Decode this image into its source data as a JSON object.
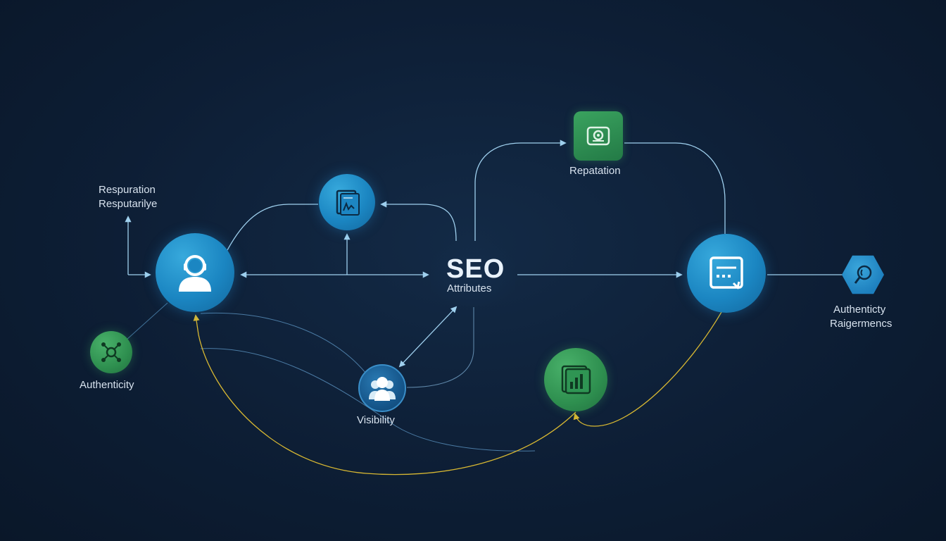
{
  "center": {
    "title": "SEO",
    "subtitle": "Attributes"
  },
  "labels": {
    "top_left_line1": "Respuration",
    "top_left_line2": "Resputarilye",
    "authenticity": "Authenticity",
    "visibility": "Visibility",
    "repatation": "Repatation",
    "right_line1": "Authenticty",
    "right_line2": "Raigermencs"
  },
  "icons": {
    "user": "user-headset-icon",
    "document": "document-chart-icon",
    "network": "network-nodes-icon",
    "group": "user-group-icon",
    "camera": "camera-icon",
    "board": "dashboard-icon",
    "report": "report-chart-icon",
    "search": "magnifier-icon"
  },
  "colors": {
    "background": "#0e1f36",
    "line_blue": "#9fd0ee",
    "line_yellow": "#d8b832",
    "node_blue": "#1b86c2",
    "node_green": "#2e8f4f"
  }
}
